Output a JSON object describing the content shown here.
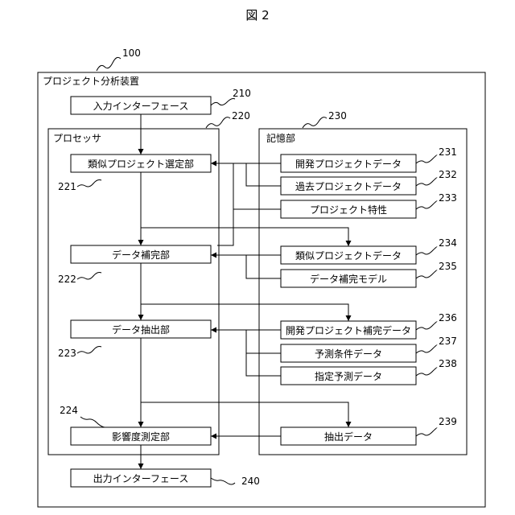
{
  "figure_title": "図 2",
  "device": {
    "label": "プロジェクト分析装置",
    "ref": "100"
  },
  "input_interface": {
    "label": "入力インターフェース",
    "ref": "210"
  },
  "processor": {
    "label": "プロセッサ",
    "ref": "220",
    "units": [
      {
        "label": "類似プロジェクト選定部",
        "ref": "221"
      },
      {
        "label": "データ補完部",
        "ref": "222"
      },
      {
        "label": "データ抽出部",
        "ref": "223"
      },
      {
        "label": "影響度測定部",
        "ref": "224"
      }
    ]
  },
  "storage": {
    "label": "記憶部",
    "ref": "230",
    "items": [
      {
        "label": "開発プロジェクトデータ",
        "ref": "231"
      },
      {
        "label": "過去プロジェクトデータ",
        "ref": "232"
      },
      {
        "label": "プロジェクト特性",
        "ref": "233"
      },
      {
        "label": "類似プロジェクトデータ",
        "ref": "234"
      },
      {
        "label": "データ補完モデル",
        "ref": "235"
      },
      {
        "label": "開発プロジェクト補完データ",
        "ref": "236"
      },
      {
        "label": "予測条件データ",
        "ref": "237"
      },
      {
        "label": "指定予測データ",
        "ref": "238"
      },
      {
        "label": "抽出データ",
        "ref": "239"
      }
    ]
  },
  "output_interface": {
    "label": "出力インターフェース",
    "ref": "240"
  }
}
